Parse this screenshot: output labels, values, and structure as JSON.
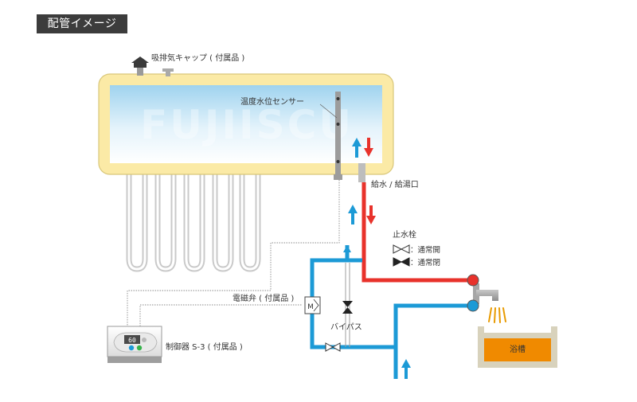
{
  "title": "配管イメージ",
  "watermark": "FUJIISCU",
  "labels": {
    "vent_cap": "吸排気キャップ ( 付属品 )",
    "temp_sensor": "温度水位センサー",
    "supply_port": "給水 / 給湯口",
    "stop_valve": "止水栓",
    "legend_open": "：通常開",
    "legend_closed": "：通常閉",
    "solenoid_valve": "電磁弁 ( 付属品 )",
    "solenoid_mark": "M",
    "bypass": "バイパス",
    "controller": "制御器 S-3 ( 付属品 )",
    "controller_display": "60",
    "bathtub": "浴槽"
  },
  "colors": {
    "tank_frame": "#fbeaa6",
    "tank_frame_border": "#d9c77a",
    "water_top": "#9fd3ef",
    "hot_pipe": "#e8322b",
    "cold_pipe": "#1c9ad6",
    "bath_water": "#f08a00",
    "bath_frame": "#d8d2bc",
    "badge": "#3c3c3c"
  }
}
